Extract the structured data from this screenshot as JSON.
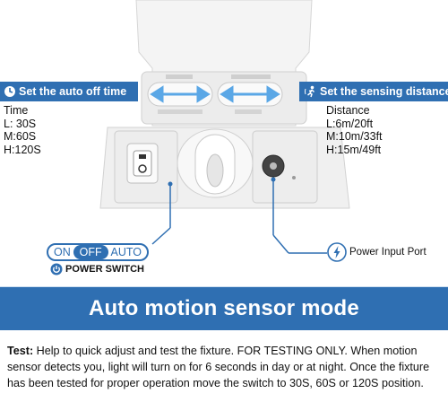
{
  "time": {
    "header": "Set the auto off time",
    "title": "Time",
    "options": [
      "L: 30S",
      "M:60S",
      "H:120S"
    ]
  },
  "distance": {
    "header": "Set the sensing distance",
    "title": "Distance",
    "options": [
      "L:6m/20ft",
      "M:10m/33ft",
      "H:15m/49ft"
    ]
  },
  "power_switch": {
    "on_label": "ON",
    "off_label": "OFF",
    "auto_label": "AUTO",
    "label": "POWER SWITCH"
  },
  "power_port": {
    "label": "Power Input Port"
  },
  "banner": {
    "title": "Auto motion sensor mode"
  },
  "test": {
    "label": "Test:",
    "text": "Help to quick adjust and test the fixture. FOR TESTING ONLY. When motion sensor detects you, light will turn on for 6 seconds in day or at night. Once the fixture has been tested for proper operation move the switch to 30S, 60S or 120S position."
  },
  "colors": {
    "accent": "#2f6fb2",
    "arrow": "#5aa7e6",
    "device_body": "#f2f2f2"
  }
}
